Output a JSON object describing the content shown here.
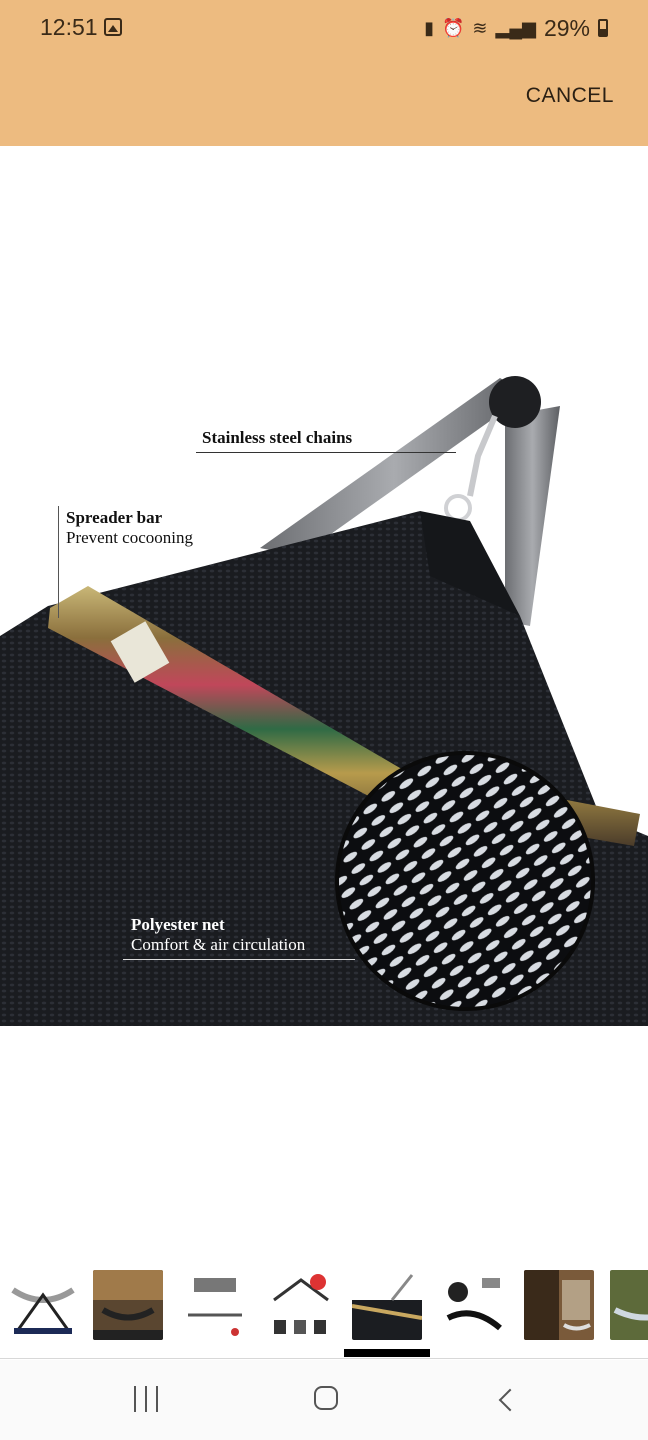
{
  "status_bar": {
    "time": "12:51",
    "battery_percent": "29%",
    "icons": [
      "gallery-icon",
      "battery-saver-icon",
      "alarm-icon",
      "wifi-icon",
      "signal-icon",
      "battery-icon"
    ]
  },
  "header": {
    "cancel_label": "CANCEL"
  },
  "product_image": {
    "callouts": {
      "chains": {
        "title": "Stainless steel chains"
      },
      "spreader": {
        "title": "Spreader bar",
        "subtitle": "Prevent cocooning"
      },
      "net": {
        "title": "Polyester net",
        "subtitle": "Comfort & air circulation"
      }
    }
  },
  "thumbnails": {
    "count": 8,
    "selected_index": 4
  },
  "navbar": {
    "icons": [
      "recent-apps-icon",
      "home-icon",
      "back-icon"
    ]
  },
  "colors": {
    "header_bg": "#edbb80",
    "indicator": "#000000"
  }
}
